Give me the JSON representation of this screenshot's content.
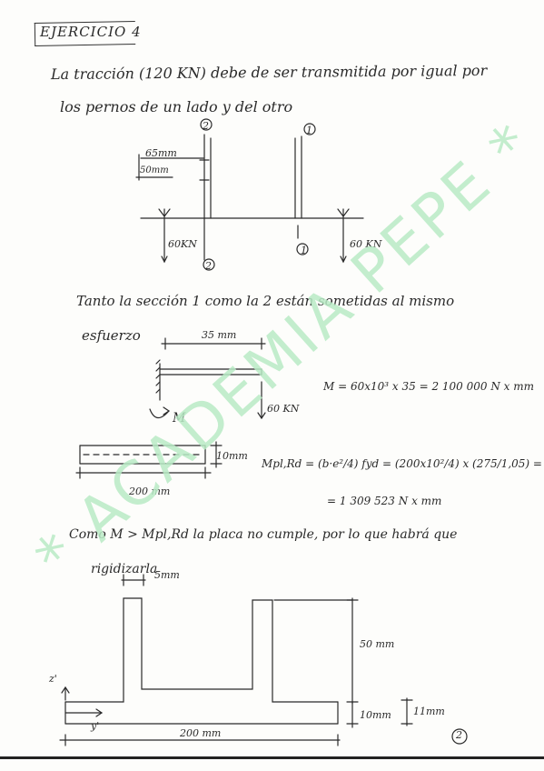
{
  "title": "EJERCICIO 4",
  "intro_line1": "La tracción (120 KN) debe de ser transmitida por igual por",
  "intro_line2": "los pernos de un lado y del otro",
  "fig1": {
    "marker_top_left": "2",
    "marker_top_right": "1",
    "dim_65": "65mm",
    "dim_50": "50mm",
    "load_left": "60KN",
    "load_right": "60 KN",
    "marker_bottom_left": "2",
    "marker_bottom_right": "1"
  },
  "para2_line1": "Tanto la sección 1 como la 2 están sometidas al mismo",
  "para2_line2": "esfuerzo",
  "fig2": {
    "dim_35": "35 mm",
    "moment_label": "M",
    "load": "60 KN",
    "eq_moment": "M = 60x10³ x 35 = 2 100 000 N x mm"
  },
  "fig3": {
    "dim_10": "10mm",
    "dim_200": "200 mm",
    "eq_mpl": "Mpl,Rd = (b·e²/4) fyd = (200x10²/4) x (275/1,05) =",
    "eq_result": "= 1 309 523 N x mm"
  },
  "para3_line1": "Como M > Mpl,Rd la placa no cumple, por lo que habrá que",
  "para3_line2": "rigidizarla",
  "fig4": {
    "dim_5": "5mm",
    "dim_50": "50 mm",
    "axis_z": "z'",
    "axis_y": "y'",
    "dim_10": "10mm",
    "dim_11": "11mm",
    "dim_200": "200 mm"
  },
  "page_number": "2",
  "watermark": "* ACADEMIA PEPE *"
}
